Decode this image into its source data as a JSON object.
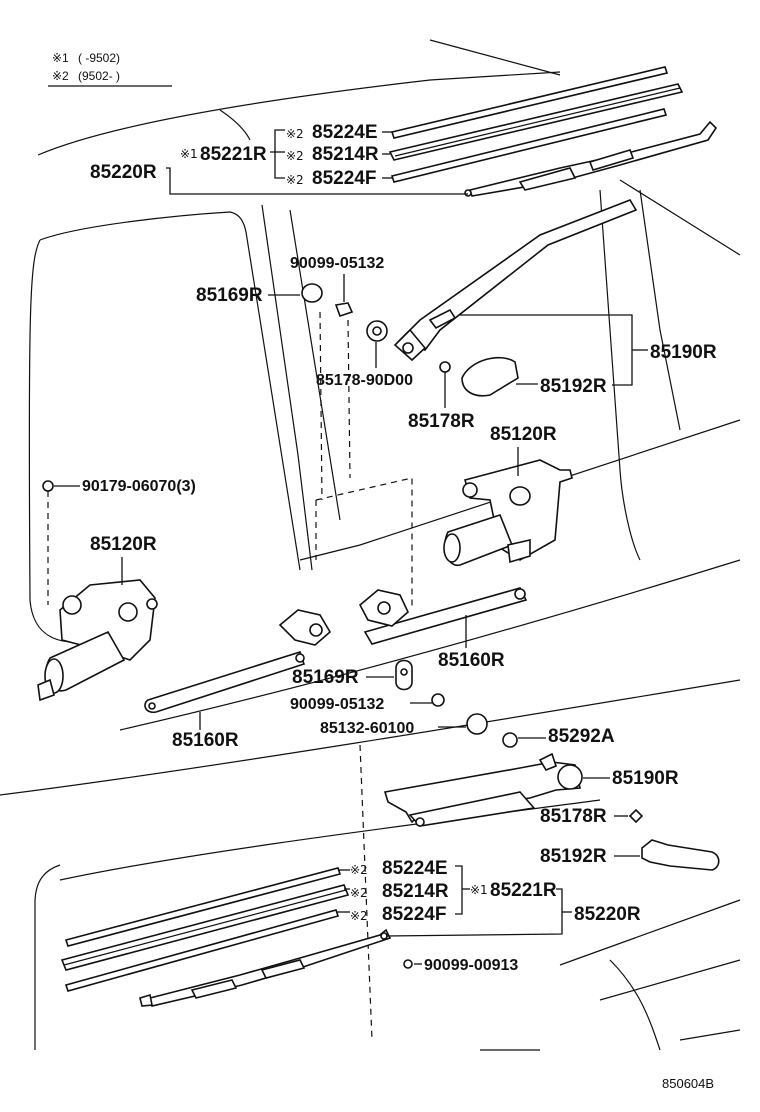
{
  "legend": {
    "mark": "※",
    "line1": {
      "mark": "※1",
      "range": "(        -9502)"
    },
    "line2": {
      "mark": "※2",
      "range": "(9502-        )"
    }
  },
  "upper": {
    "p85220R": "85220R",
    "p85221R": "85221R",
    "m1": "※1",
    "p85224E": "85224E",
    "p85214R": "85214R",
    "p85224F": "85224F",
    "m2": "※2",
    "p90099_05132": "90099-05132",
    "p85169R": "85169R",
    "p85178_90D00": "85178-90D00",
    "p85178R": "85178R",
    "p85190R": "85190R",
    "p85192R": "85192R",
    "p85120R": "85120R"
  },
  "middle": {
    "p90179": "90179-06070(3)",
    "p85120R": "85120R",
    "p85160R_left": "85160R",
    "p85160R_right": "85160R",
    "p85169R": "85169R",
    "p90099_05132": "90099-05132",
    "p85132": "85132-60100",
    "p85292A": "85292A"
  },
  "lower": {
    "p85190R": "85190R",
    "p85178R": "85178R",
    "p85192R": "85192R",
    "p85224E": "85224E",
    "p85214R": "85214R",
    "p85224F": "85224F",
    "p85221R": "85221R",
    "p85220R": "85220R",
    "m1": "※1",
    "m2": "※2",
    "p90099_00913": "90099-00913"
  },
  "ref": "850604B"
}
